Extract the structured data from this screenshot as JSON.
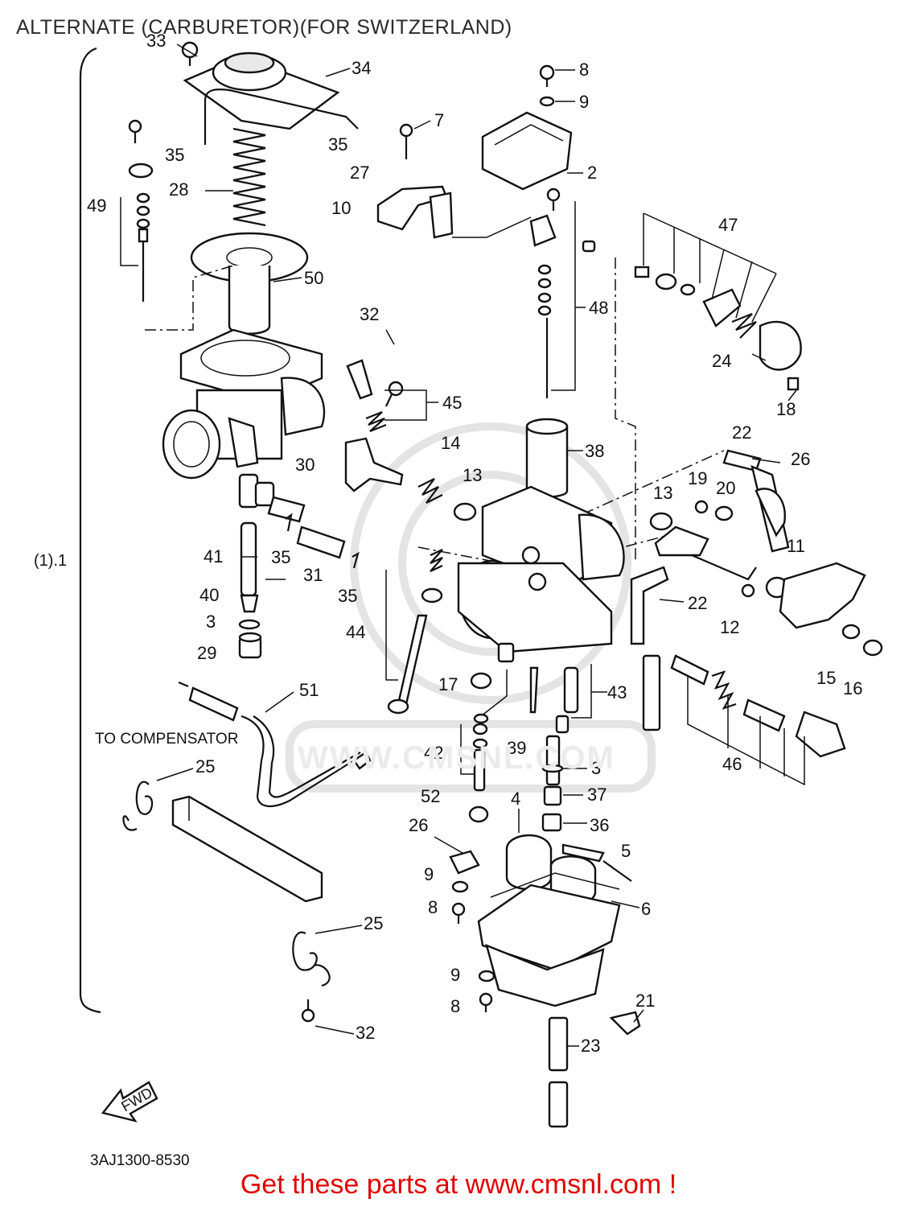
{
  "header": {
    "title": "ALTERNATE (CARBURETOR)(FOR SWITZERLAND)"
  },
  "diagram": {
    "assembly_label": "(1).1",
    "compensator_note": "TO COMPENSATOR",
    "part_code": "3AJ1300-8530",
    "fwd_label": "FWD",
    "watermark_text": "WWW.CMSNL.COM",
    "callouts": [
      "33",
      "34",
      "35",
      "35",
      "28",
      "49",
      "50",
      "8",
      "9",
      "7",
      "27",
      "10",
      "2",
      "47",
      "48",
      "24",
      "18",
      "32",
      "45",
      "14",
      "13",
      "38",
      "22",
      "26",
      "30",
      "35",
      "31",
      "35",
      "41",
      "40",
      "3",
      "29",
      "44",
      "13",
      "19",
      "20",
      "11",
      "12",
      "22",
      "15",
      "16",
      "17",
      "43",
      "39",
      "3",
      "46",
      "51",
      "42",
      "25",
      "52",
      "4",
      "37",
      "36",
      "26",
      "5",
      "9",
      "8",
      "6",
      "25",
      "9",
      "8",
      "21",
      "23",
      "32"
    ]
  },
  "footer": {
    "text": "Get these parts at www.cmsnl.com !"
  },
  "colors": {
    "footer": "#e10000",
    "ink": "#111111",
    "watermark": "#e4e4e4"
  }
}
